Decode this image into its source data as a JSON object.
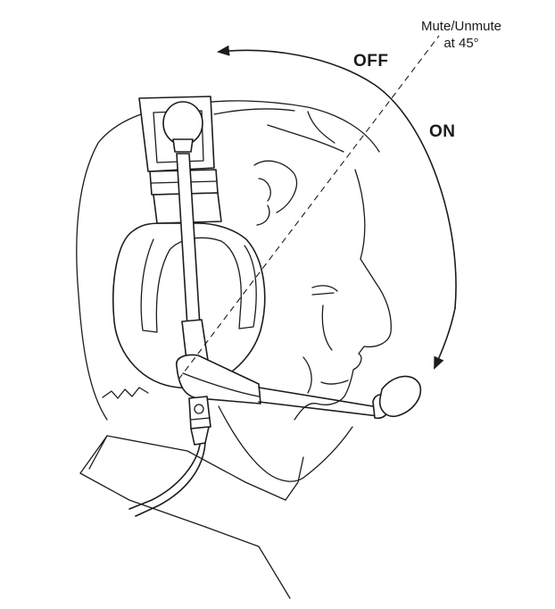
{
  "labels": {
    "mute_line1": "Mute/Unmute",
    "mute_line2": "at 45°",
    "off": "OFF",
    "on": "ON"
  },
  "colors": {
    "ink": "#1c1c1c",
    "background": "#ffffff"
  }
}
